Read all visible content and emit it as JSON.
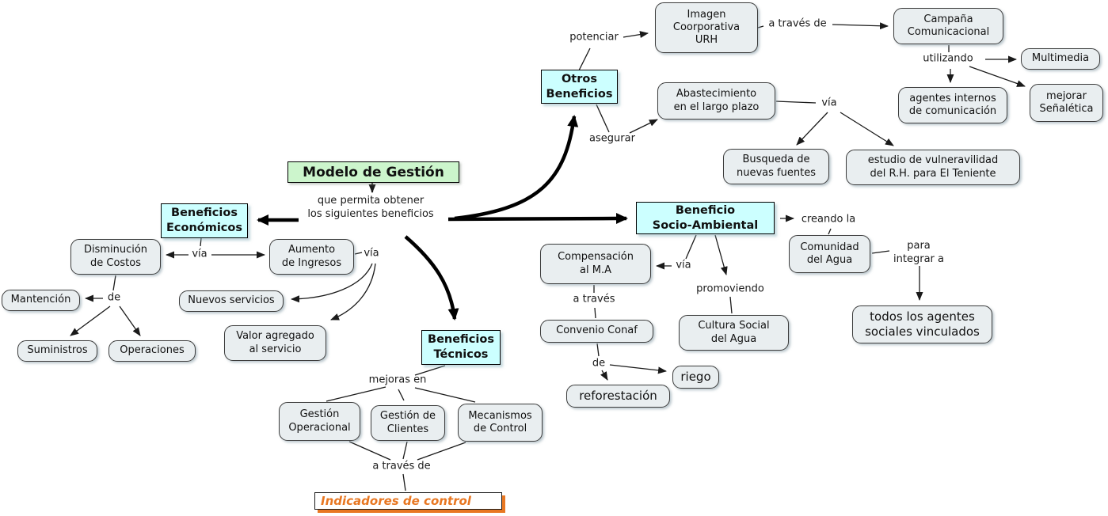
{
  "title": "Modelo de Gestión",
  "colors": {
    "concept_fill": "#e9eef0",
    "header_fill": "#ccffff",
    "root_fill": "#ccf5cc",
    "accent_orange": "#e87722",
    "line": "#1a1a1a"
  },
  "nodes": {
    "modelo": "Modelo de Gestión",
    "otros": "Otros\nBeneficios",
    "economicos": "Beneficios\nEconómicos",
    "socio": "Beneficio\nSocio-Ambiental",
    "tecnicos": "Beneficios\nTécnicos",
    "imagen": "Imagen\nCoorporativa\nURH",
    "campana": "Campaña\nComunicacional",
    "multimedia": "Multimedia",
    "senaletica": "mejorar\nSeñalética",
    "agentes": "agentes internos\nde comunicación",
    "abastecimiento": "Abastecimiento\nen el largo plazo",
    "busqueda": "Busqueda de\nnuevas fuentes",
    "estudio": "estudio de vulneravilidad\ndel R.H. para El Teniente",
    "disminucion": "Disminución\nde Costos",
    "aumento": "Aumento\nde Ingresos",
    "mantencion": "Mantención",
    "nuevos": "Nuevos servicios",
    "suministros": "Suministros",
    "operaciones": "Operaciones",
    "valor": "Valor agregado\nal servicio",
    "compensacion": "Compensación\nal M.A",
    "comunidad": "Comunidad\ndel Agua",
    "cultura": "Cultura Social\ndel Agua",
    "convenio": "Convenio Conaf",
    "todos": "todos los agentes\nsociales vinculados",
    "riego": "riego",
    "reforestacion": "reforestación",
    "gestion_op": "Gestión\nOperacional",
    "gestion_cl": "Gestión de\nClientes",
    "mecanismos": "Mecanismos\nde Control",
    "indicadores": "Indicadores de control"
  },
  "links": {
    "potenciar": "potenciar",
    "a_traves_de_1": "a través de",
    "utilizando": "utilizando",
    "via_top": "vía",
    "asegurar": "asegurar",
    "que_permita": "que permita obtener\nlos siguientes beneficios",
    "via_econ": "vía",
    "via_aumento": "vía",
    "de_costos": "de",
    "creando_la": "creando la",
    "via_socio": "vía",
    "promoviendo": "promoviendo",
    "a_traves_2": "a través",
    "para_integrar": "para\nintegrar a",
    "de_conaf": "de",
    "mejoras_en": "mejoras en",
    "a_traves_de_3": "a través de"
  }
}
